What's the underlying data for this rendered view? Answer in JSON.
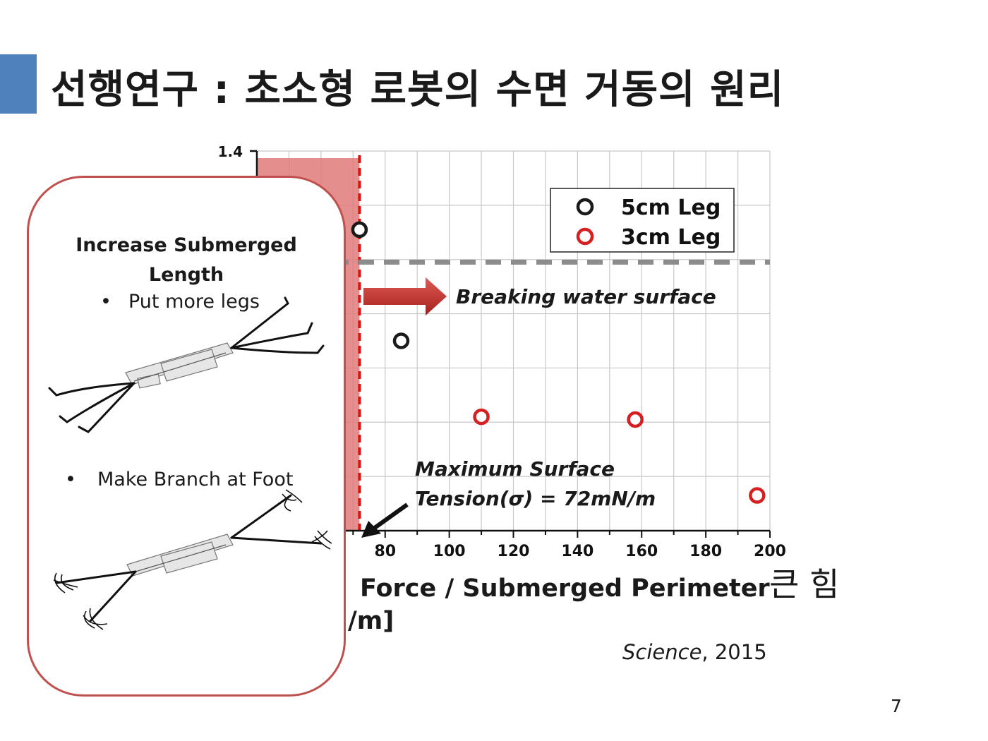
{
  "slide": {
    "title": "선행연구 : 초소형 로봇의 수면 거동의 원리",
    "page_number": "7",
    "accent_color": "#4f81bd"
  },
  "chart_data": {
    "type": "scatter",
    "xlabel_visible_part1": "Force / Submerged Perimeter",
    "xlabel_visible_part2": "/m]",
    "ylim_top_label": "1.4",
    "x_ticks": [
      80,
      100,
      120,
      140,
      160,
      180,
      200
    ],
    "xlim": [
      40,
      200
    ],
    "ylim": [
      0,
      1.4
    ],
    "grid": true,
    "legend_position": "top-right",
    "series": [
      {
        "name": "5cm Leg",
        "color": "#1a1a1a",
        "points": [
          [
            72,
            1.11
          ],
          [
            85,
            0.7
          ]
        ]
      },
      {
        "name": "3cm Leg",
        "color": "#d42020",
        "points": [
          [
            110,
            0.42
          ],
          [
            158,
            0.41
          ],
          [
            196,
            0.13
          ]
        ]
      }
    ],
    "surface_tension_line_x": 72,
    "breaking_threshold_y": 0.99,
    "shaded_region_color": "#e07a7a",
    "annotations": {
      "breaking": "Breaking water surface",
      "max_tension_line1": "Maximum Surface",
      "max_tension_line2": "Tension(σ) = 72mN/m"
    }
  },
  "callout": {
    "heading": "Increase Submerged Length",
    "bullet1": "Put more legs",
    "bullet2": "Make Branch at Foot",
    "bullet_symbol": "•"
  },
  "side_label": "큰 힘",
  "citation": {
    "journal": "Science",
    "year": ", 2015"
  }
}
